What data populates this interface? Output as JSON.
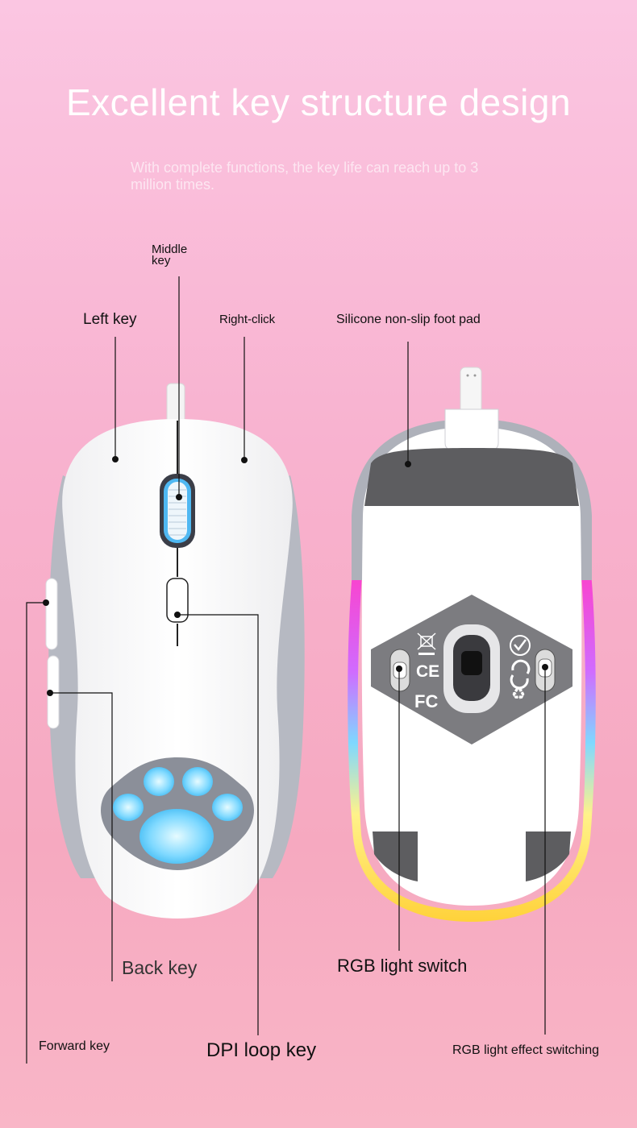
{
  "header": {
    "title": "Excellent key structure design",
    "subtitle": "With complete functions, the key life can reach up to 3 million times."
  },
  "labels": {
    "middle_key": "Middle key",
    "left_key": "Left key",
    "right_click": "Right-click",
    "silicone_pad": "Silicone non-slip foot pad",
    "back_key": "Back key",
    "rgb_switch": "RGB light switch",
    "forward_key": "Forward key",
    "dpi_key": "DPI loop key",
    "rgb_effect": "RGB light effect switching"
  },
  "colors": {
    "background_top": "#fbc6e2",
    "background_bottom": "#f6a9c0",
    "mouse_body": "#ffffff",
    "side_grip": "#b9bcc4",
    "paw_glow": "#4fc3f7",
    "foot_pad": "#5a5a5a"
  },
  "icons": [
    "ce-mark-icon",
    "fc-mark-icon",
    "recycle-icon",
    "rohs-check-icon",
    "weee-bin-icon"
  ]
}
